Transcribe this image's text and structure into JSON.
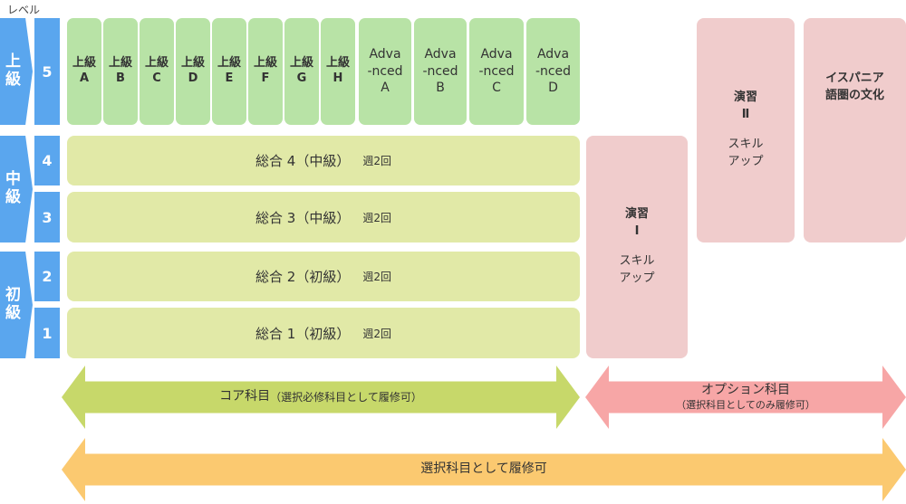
{
  "level_label": "レベル",
  "bands": [
    {
      "label": "上\n級"
    },
    {
      "label": "中\n級"
    },
    {
      "label": "初\n級"
    }
  ],
  "level_numbers": [
    "5",
    "4",
    "3",
    "2",
    "1"
  ],
  "advanced_tiles": [
    {
      "line1": "上級",
      "line2": "A"
    },
    {
      "line1": "上級",
      "line2": "B"
    },
    {
      "line1": "上級",
      "line2": "C"
    },
    {
      "line1": "上級",
      "line2": "D"
    },
    {
      "line1": "上級",
      "line2": "E"
    },
    {
      "line1": "上級",
      "line2": "F"
    },
    {
      "line1": "上級",
      "line2": "G"
    },
    {
      "line1": "上級",
      "line2": "H"
    }
  ],
  "adva_tiles": [
    {
      "line1": "Adva",
      "line2": "-nced",
      "line3": "A"
    },
    {
      "line1": "Adva",
      "line2": "-nced",
      "line3": "B"
    },
    {
      "line1": "Adva",
      "line2": "-nced",
      "line3": "C"
    },
    {
      "line1": "Adva",
      "line2": "-nced",
      "line3": "D"
    }
  ],
  "sogo_rows": [
    {
      "name": "総合 4（中級）",
      "freq": "週2回"
    },
    {
      "name": "総合 3（中級）",
      "freq": "週2回"
    },
    {
      "name": "総合 2（初級）",
      "freq": "週2回"
    },
    {
      "name": "総合 1（初級）",
      "freq": "週2回"
    }
  ],
  "ensyu1": {
    "title": "演習",
    "numeral": "Ⅰ",
    "sub1": "スキル",
    "sub2": "アップ"
  },
  "ensyu2": {
    "title": "演習",
    "numeral": "Ⅱ",
    "sub1": "スキル",
    "sub2": "アップ"
  },
  "hispania": {
    "line1": "イスパニア",
    "line2": "語圏の文化"
  },
  "arrows": {
    "core": {
      "main": "コア科目",
      "sub": "（選択必修科目として履修可）"
    },
    "option": {
      "main": "オプション科目",
      "sub": "（選択科目としてのみ履修可）"
    },
    "elective": {
      "main": "選択科目として履修可"
    }
  },
  "colors": {
    "level_blue": "#5aa6ee",
    "advanced_green": "#b8e3a6",
    "sogo_green": "#e1e9a7",
    "option_pink": "#f0cccc",
    "core_arrow": "#c7d86a",
    "option_arrow": "#f7a6a6",
    "elective_arrow": "#fbc970"
  }
}
